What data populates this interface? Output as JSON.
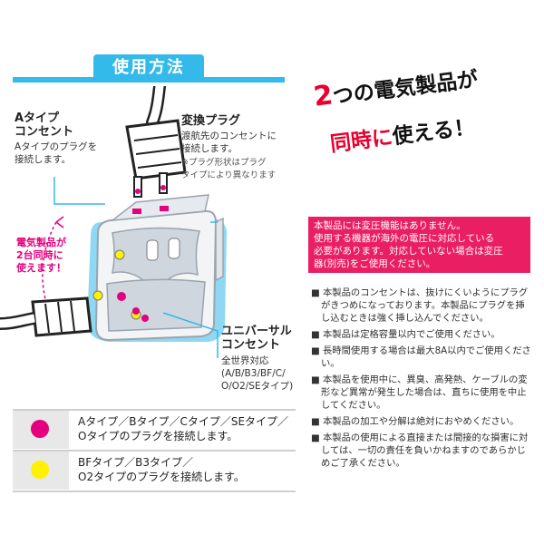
{
  "header": {
    "title": "使用方法"
  },
  "labels": {
    "a_outlet": {
      "title_lines": [
        "Aタイプ",
        "コンセント"
      ],
      "body_lines": [
        "Aタイプのプラグを",
        "接続します。"
      ]
    },
    "conversion_plug": {
      "title": "変換プラグ",
      "body_lines": [
        "渡航先のコンセントに",
        "接続します。"
      ],
      "note_lines": [
        "※プラグ形状はプラグ",
        "タイプにより異なります"
      ]
    },
    "two_devices": {
      "lines": [
        "電気製品が",
        "2台同時に",
        "使えます！"
      ]
    },
    "universal": {
      "title_lines": [
        "ユニバーサル",
        "コンセント"
      ],
      "body_lines": [
        "全世界対応",
        "(A/B/B3/BF/C/",
        "O/O2/SEタイプ)"
      ]
    }
  },
  "catchphrase": {
    "line1_num": "2",
    "line1_rest": "つの電気製品が",
    "line2_red": "同時に",
    "line2_rest": "使える！"
  },
  "notice": {
    "lines": [
      "本製品には変圧機能はありません。",
      "使用する機器が海外の電圧に対応している",
      "必要があります。対応していない場合は変圧",
      "器(別売)をご使用ください。"
    ]
  },
  "bullets": [
    "本製品のコンセントは、抜けにくいようにプラグがきつめになっております。本製品にプラグを挿し込むときは強く挿し込んでください。",
    "本製品は定格容量以内でご使用ください。",
    "長時間使用する場合は最大8A以内でご使用ください。",
    "本製品を使用中に、異臭、高発熱、ケーブルの変形など異常が発生した場合は、直ちに使用を中止してください。",
    "本製品の加工や分解は絶対におやめください。",
    "本製品の使用による直接または間接的な損害に対しては、一切の責任を負いかねますのであらかじめご了承ください。"
  ],
  "bullet_mark": "■",
  "legend": [
    {
      "color": "#e4007f",
      "lines": [
        "Aタイプ／Bタイプ／Cタイプ／SEタイプ／",
        "Oタイプのプラグを接続します。"
      ]
    },
    {
      "color": "#fff200",
      "lines": [
        "BFタイプ／B3タイプ／",
        "O2タイプのプラグを接続します。"
      ]
    }
  ],
  "colors": {
    "accent_blue": "#33b9ea",
    "accent_pink": "#ea1e63",
    "red": "#e8002d"
  },
  "icons": [
    "plug-illustration",
    "adapter-illustration",
    "chevron-icon"
  ]
}
